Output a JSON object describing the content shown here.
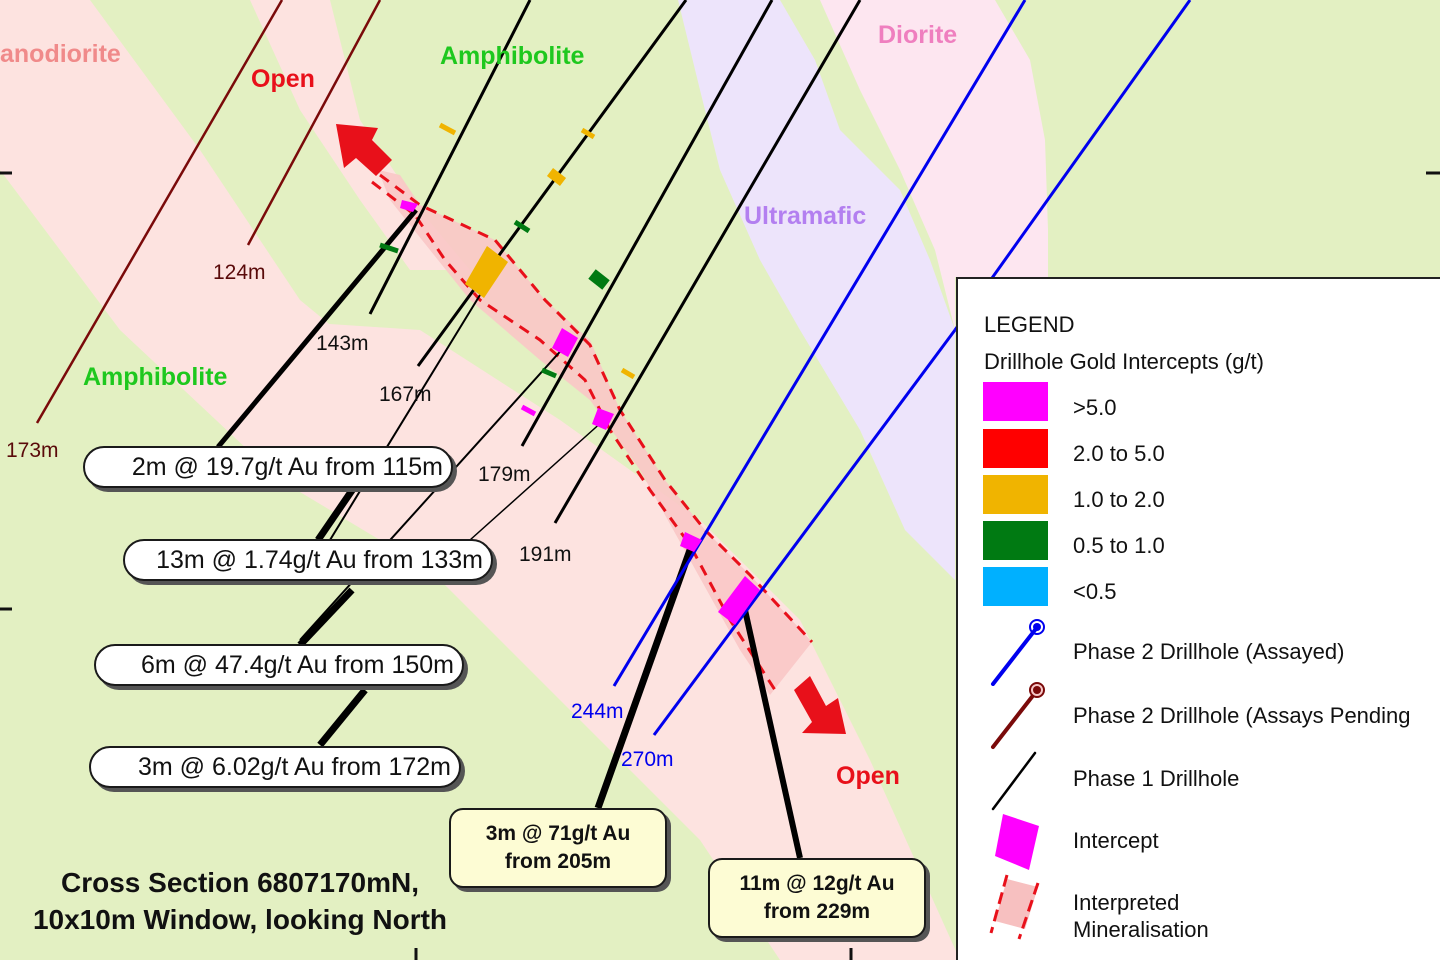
{
  "title": {
    "line1": "Cross Section 6807170mN,",
    "line2": "10x10m Window, looking North"
  },
  "lithology_labels": {
    "granodiorite": "anodiorite",
    "amphibolite_top": "Amphibolite",
    "amphibolite_left": "Amphibolite",
    "diorite": "Diorite",
    "ultramafic": "Ultramafic"
  },
  "open_labels": {
    "top": "Open",
    "bottom": "Open"
  },
  "depth_labels": {
    "d124": "124m",
    "d143": "143m",
    "d167": "167m",
    "d173": "173m",
    "d179": "179m",
    "d191": "191m",
    "d244": "244m",
    "d270": "270m"
  },
  "intercept_pills": [
    {
      "text": "2m @ 19.7g/t Au from 115m"
    },
    {
      "text": "13m @ 1.74g/t Au from 133m"
    },
    {
      "text": "6m @ 47.4g/t Au from 150m"
    },
    {
      "text": "3m @ 6.02g/t Au from 172m"
    }
  ],
  "callouts": [
    {
      "line1": "3m @ 71g/t Au",
      "line2": "from 205m"
    },
    {
      "line1": "11m @ 12g/t Au",
      "line2": "from 229m"
    }
  ],
  "legend": {
    "title": "LEGEND",
    "subtitle": "Drillhole Gold Intercepts (g/t)",
    "grades": [
      {
        "label": ">5.0",
        "color": "#ff00ff"
      },
      {
        "label": "2.0 to 5.0",
        "color": "#ff0000"
      },
      {
        "label": "1.0 to 2.0",
        "color": "#f0b400"
      },
      {
        "label": "0.5 to 1.0",
        "color": "#007a12"
      },
      {
        "label": "<0.5",
        "color": "#00b0ff"
      }
    ],
    "symbols": [
      {
        "icon": "phase2-assayed-drillhole-icon",
        "label": "Phase 2 Drillhole (Assayed)",
        "color": "#0000ee"
      },
      {
        "icon": "phase2-pending-drillhole-icon",
        "label": "Phase 2 Drillhole (Assays Pending",
        "color": "#7a0a0a"
      },
      {
        "icon": "phase1-drillhole-icon",
        "label": "Phase 1 Drillhole",
        "color": "#000000"
      },
      {
        "icon": "intercept-icon",
        "label": "Intercept",
        "color": "#ff00ff"
      },
      {
        "icon": "interpreted-mineralisation-icon",
        "label_line1": "Interpreted",
        "label_line2": "Mineralisation",
        "color": "#ff0000"
      }
    ]
  },
  "colors": {
    "background": "#e3f0c2",
    "granodiorite_band": "#fde3e0",
    "diorite_band": "#fde6f0",
    "ultramafic_band": "#ede4fb",
    "mineralisation_fill": "#f9c6c6",
    "mineralisation_edge": "#e8101a",
    "phase1": "#000000",
    "phase2_assayed": "#0000ee",
    "phase2_pending": "#7a0a0a"
  }
}
